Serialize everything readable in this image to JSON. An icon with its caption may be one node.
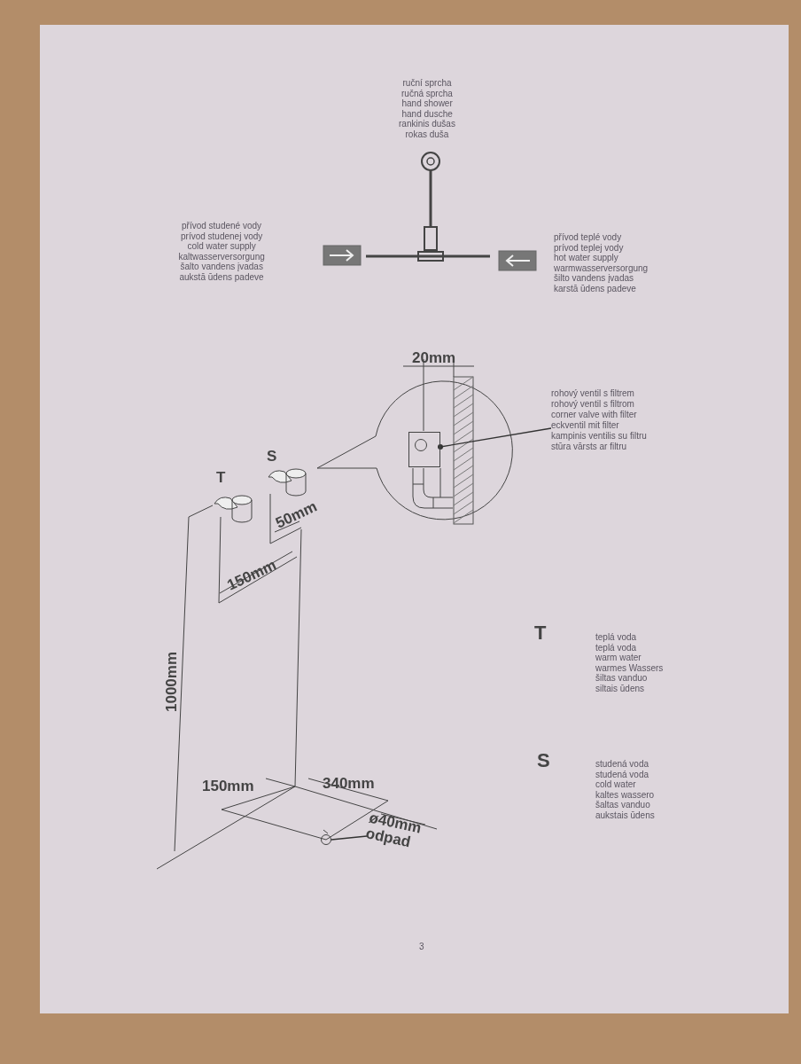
{
  "diagram": {
    "nodes": [
      {
        "text": [
          "rohový ventil s filtrem",
          "rohový ventil s filtrom",
          "corner valve with filter",
          "eckventil mit filter",
          "kampinis ventilis su filtru",
          "stūra vārsts ar filtru"
        ]
      },
      {
        "text": [],
        "shape": "box"
      },
      {
        "text": [
          "ø40mm odpad"
        ]
      },
      {
        "text": [],
        "shape": "circle"
      }
    ],
    "edges": [
      {
        "from": 0,
        "to": 1,
        "arrow": "other"
      },
      {
        "from": 2,
        "to": 3,
        "arrow": "none"
      }
    ],
    "labels": [
      "ruční sprcha",
      "ručná sprcha",
      "hand shower",
      "hand dusche",
      "rankinis dušas",
      "rokas duša",
      "přívod studené vody",
      "prívod studenej vody",
      "cold water supply",
      "kaltwasserversorgung",
      "šalto vandens įvadas",
      "aukstā ūdens padeve",
      "přívod teplé vody",
      "prívod teplej vody",
      "hot water supply",
      "warmwasserversorgung",
      "šilto vandens įvadas",
      "karstā ūdens padeve",
      "20mm",
      "T",
      "S",
      "50mm",
      "150mm",
      "1000mm",
      "150mm",
      "340mm",
      "T",
      "teplá voda",
      "teplá voda",
      "warm water",
      "warmes Wassers",
      "šiltas vanduo",
      "siltais ūdens",
      "S",
      "studená voda",
      "studená voda",
      "cold water",
      "kaltes wassero",
      "šaltas vanduo",
      "aukstais ūdens",
      "3"
    ]
  }
}
